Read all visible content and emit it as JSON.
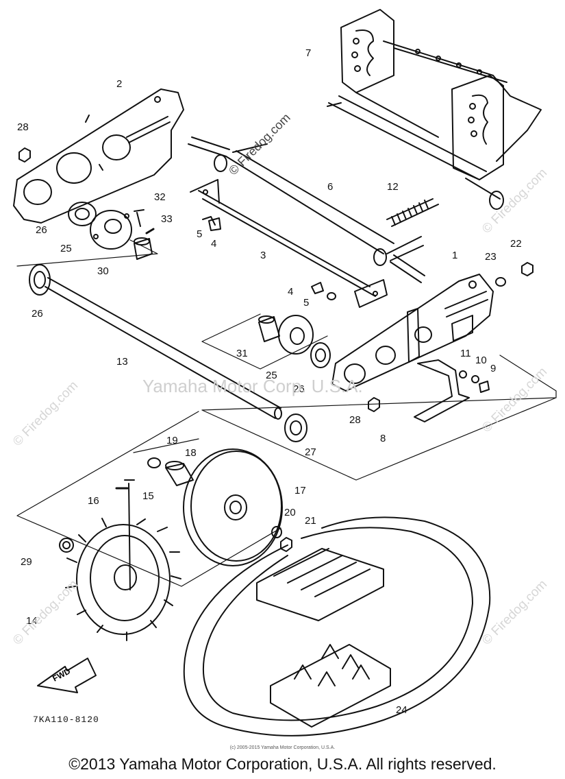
{
  "diagram": {
    "drawing_code": "7KA110-8120",
    "fwd_label": "FWD",
    "watermark_center": "Yamaha Motor Corp. U.S.A.",
    "watermark_site": "© Firedog.com",
    "small_copyright": "(c) 2005-2015 Yamaha Motor Corporation, U.S.A.",
    "copyright": "©2013 Yamaha Motor Corporation, U.S.A. All rights reserved."
  },
  "callouts": [
    "1",
    "2",
    "3",
    "4",
    "4",
    "5",
    "5",
    "6",
    "7",
    "8",
    "9",
    "10",
    "11",
    "12",
    "13",
    "14",
    "15",
    "16",
    "17",
    "18",
    "19",
    "20",
    "21",
    "22",
    "23",
    "24",
    "25",
    "25",
    "26",
    "26",
    "26",
    "27",
    "28",
    "28",
    "29",
    "30",
    "31",
    "32",
    "33"
  ]
}
